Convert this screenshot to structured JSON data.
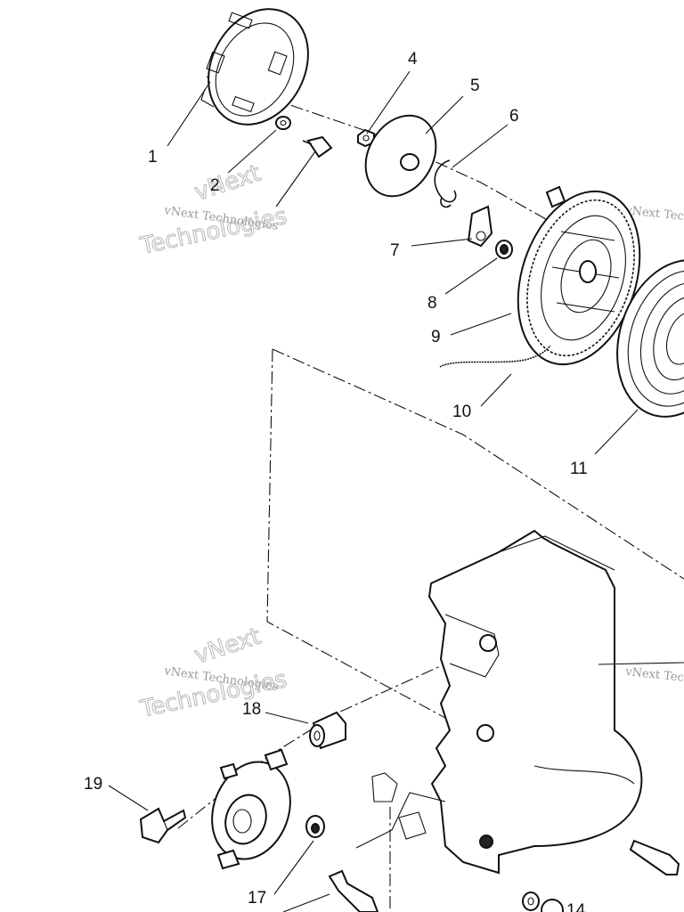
{
  "callouts": [
    {
      "id": "c1",
      "label": "1"
    },
    {
      "id": "c2",
      "label": "2"
    },
    {
      "id": "c3",
      "label": "4"
    },
    {
      "id": "c4",
      "label": "5"
    },
    {
      "id": "c5",
      "label": "6"
    },
    {
      "id": "c6",
      "label": "7"
    },
    {
      "id": "c7",
      "label": "8"
    },
    {
      "id": "c8",
      "label": "9"
    },
    {
      "id": "c9",
      "label": "10"
    },
    {
      "id": "c10",
      "label": "11"
    },
    {
      "id": "c11",
      "label": "18"
    },
    {
      "id": "c12",
      "label": "19"
    },
    {
      "id": "c13",
      "label": "17"
    },
    {
      "id": "c14",
      "label": "14"
    }
  ],
  "watermark": {
    "line1": "vNext Technologies",
    "line2": "vNext",
    "line3": "Technologies"
  }
}
